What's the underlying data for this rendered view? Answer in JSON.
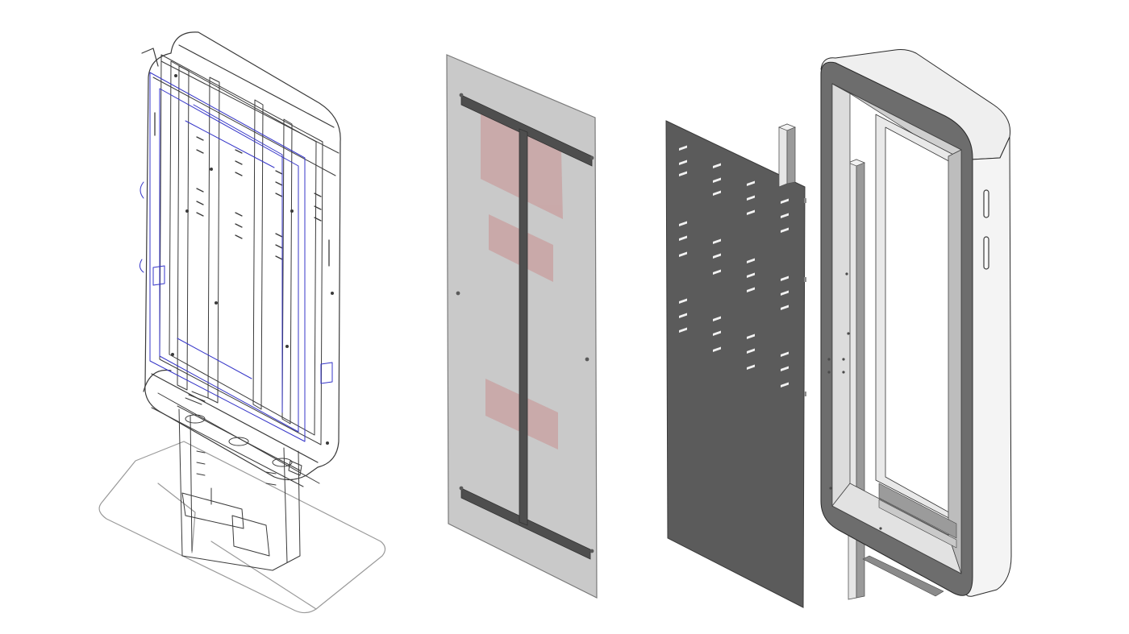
{
  "figure": {
    "components": [
      {
        "id": "assembled-kiosk",
        "view": "wireframe"
      },
      {
        "id": "glass-panel",
        "view": "shaded"
      },
      {
        "id": "perforated-back-plate",
        "view": "shaded"
      },
      {
        "id": "vertical-bars",
        "view": "shaded"
      },
      {
        "id": "outer-housing-frame",
        "view": "shaded"
      }
    ],
    "colors": {
      "background": "#ffffff",
      "wire_black": "#3a3a3a",
      "wire_blue": "#3535c8",
      "wire_light": "#9a9a9a",
      "glass_fill": "#c9c9c9",
      "glass_edge": "#7a7a7a",
      "rail": "#4e4e4e",
      "red_patch": "#c98f8f",
      "plate": "#5b5b5b",
      "plate_edge": "#3a3a3a",
      "slot": "#f2f2f2",
      "frame_light": "#ececec",
      "frame_mid": "#d9d9d9",
      "frame_dark": "#6d6d6d",
      "frame_edge": "#2a2a2a"
    }
  }
}
